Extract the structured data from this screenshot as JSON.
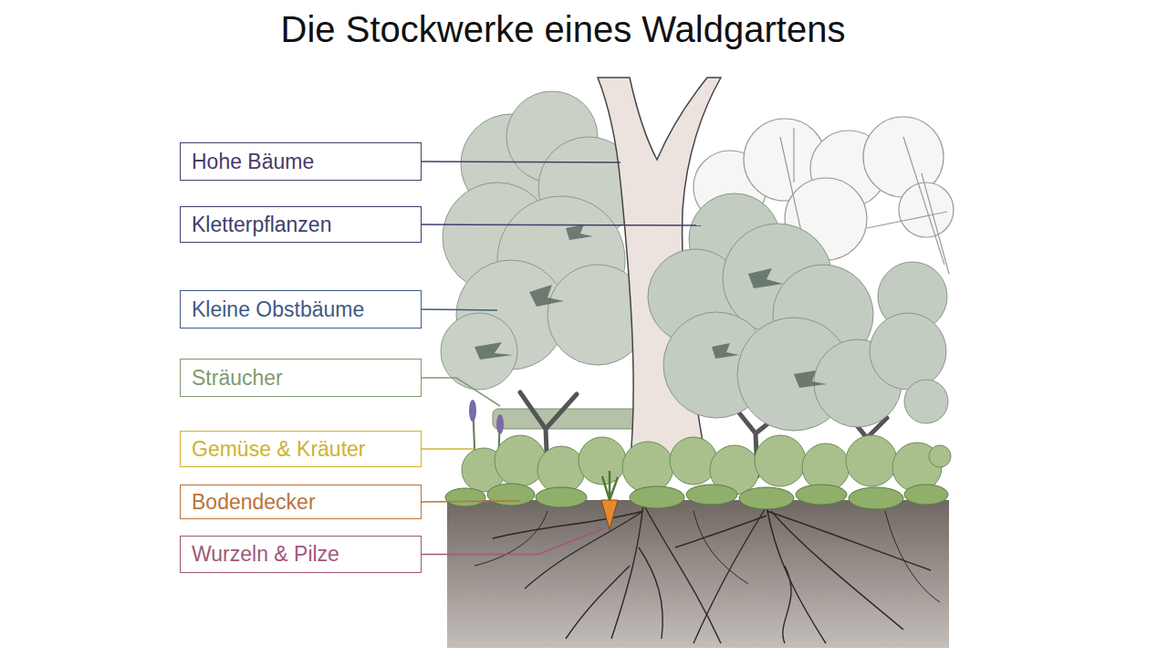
{
  "diagram": {
    "title": "Die Stockwerke eines Waldgartens",
    "nodes": [
      {
        "text": [
          "Hohe Bäume"
        ]
      },
      {
        "text": [
          "Kletterpflanzen"
        ]
      },
      {
        "text": [
          "Kleine Obstbäume"
        ]
      },
      {
        "text": [
          "Sträucher"
        ]
      },
      {
        "text": [
          "Gemüse & Kräuter"
        ]
      },
      {
        "text": [
          "Bodendecker"
        ]
      },
      {
        "text": [
          "Wurzeln & Pilze"
        ]
      }
    ]
  }
}
